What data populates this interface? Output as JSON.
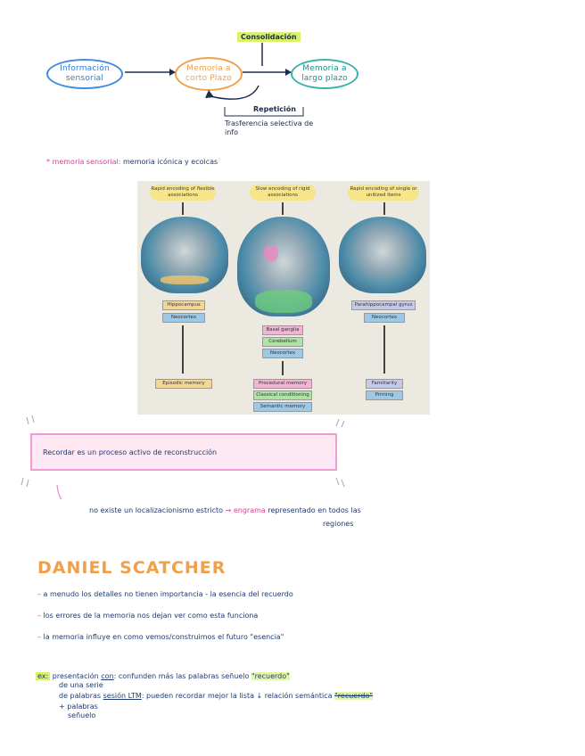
{
  "flow": {
    "sensorial": "Información sensorial",
    "short_term": "Memoria a corto Plazo",
    "long_term": "Memoria a largo plazo",
    "consolidation": "Consolidación",
    "repetition": "Repetición",
    "transfer_note": "Trasferencia selectiva de info"
  },
  "sensory_note": {
    "label": "* memoria sensorial:",
    "text": "memoria icónica y ecoicas"
  },
  "figure": {
    "panels": [
      {
        "header": "Rapid encoding of flexible associations",
        "labels": [
          "Hippocampus",
          "Neocortex"
        ],
        "outcomes": [
          "Episodic memory"
        ]
      },
      {
        "header": "Slow encoding of rigid associations",
        "labels": [
          "Basal ganglia",
          "Cerebellum",
          "Neocortex"
        ],
        "outcomes": [
          "Procedural memory",
          "Classical conditioning",
          "Semantic memory"
        ]
      },
      {
        "header": "Rapid encoding of single or unitized items",
        "labels": [
          "Parahippocampal gyrus",
          "Neocortex"
        ],
        "outcomes": [
          "Familiarity",
          "Priming"
        ]
      }
    ]
  },
  "callout": {
    "text": "Recordar es un proceso activo de reconstrucción"
  },
  "localization": {
    "text_a": "no existe un localizacionismo estricto",
    "arrow": "→",
    "engrama": "engrama",
    "text_b": "representado en todos las",
    "text_c": "regiones"
  },
  "section": {
    "title": "DANIEL SCATCHER",
    "bullets": [
      "a menudo los detalles no tienen importancia - la esencia del recuerdo",
      "los errores de la memoria nos dejan ver como esta funciona",
      "la memoria influye en como vemos/construimos el futuro \"esencia\""
    ]
  },
  "example": {
    "tag": "ex:",
    "line1a": "presentación",
    "line1b": "con",
    "line1c": ": confunden más las palabras señuelo",
    "quote1": "\"recuerdo\"",
    "line2": "de una serie",
    "line3a": "de palabras",
    "line3b": "sesión LTM",
    "line3c": ": pueden recordar mejor la lista ↓ relación semántica",
    "quote2": "\"recuerdo\"",
    "line4": "+ palabras",
    "line5": "señuelo"
  }
}
